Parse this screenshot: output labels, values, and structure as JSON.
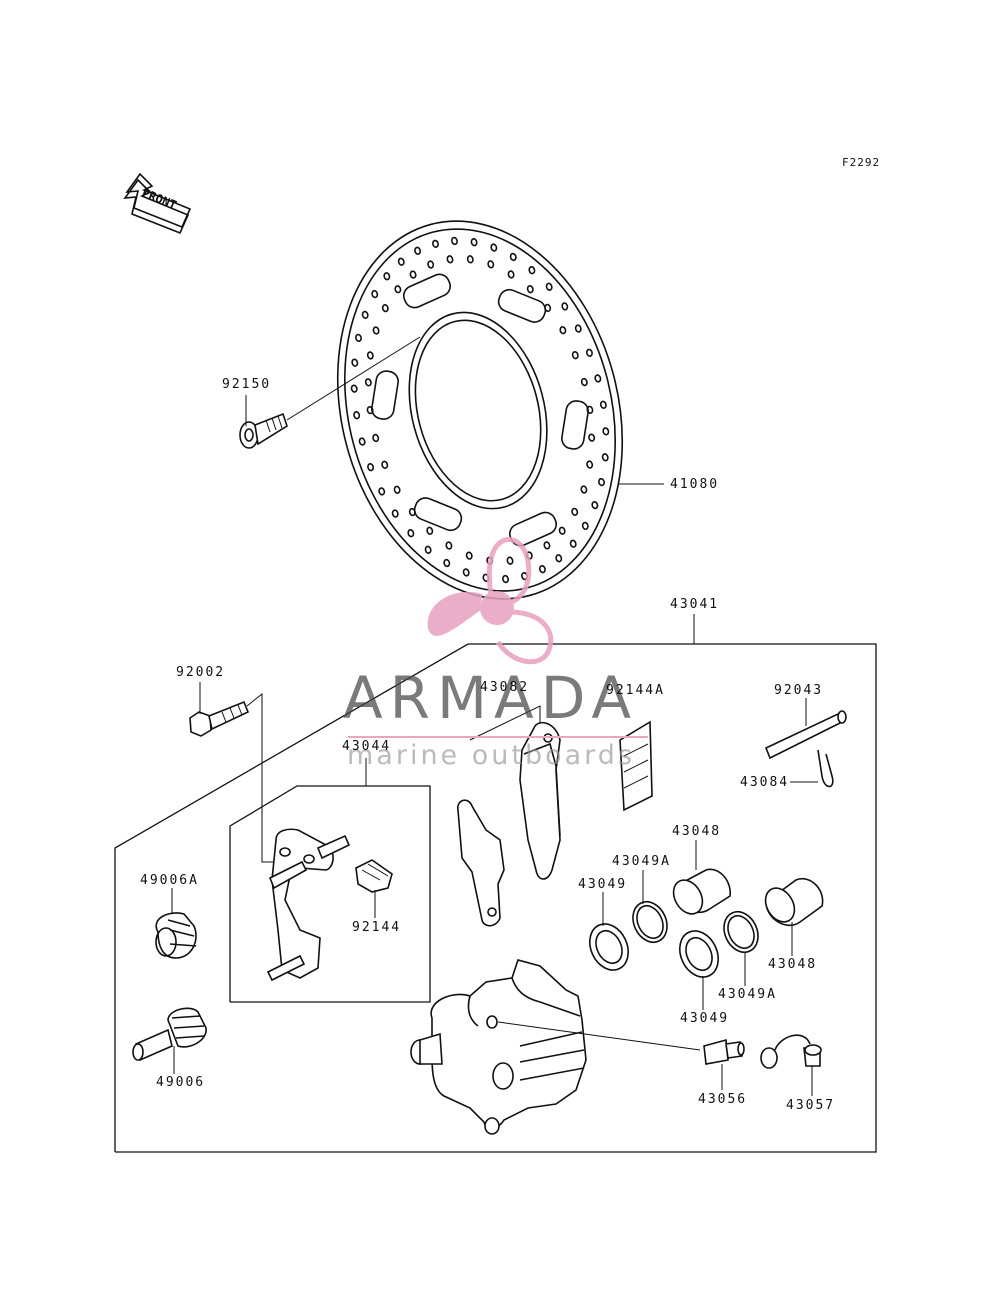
{
  "diagram": {
    "figure_code": "F2292",
    "front_label": "FRONT",
    "parts": {
      "p92150": "92150",
      "p41080": "41080",
      "p43041": "43041",
      "p92002": "92002",
      "p43082": "43082",
      "p92144A": "92144A",
      "p92043": "92043",
      "p43084": "43084",
      "p43044": "43044",
      "p43048a": "43048",
      "p43049Aa": "43049A",
      "p43049a": "43049",
      "p49006A": "49006A",
      "p92144": "92144",
      "p43048b": "43048",
      "p43049Ab": "43049A",
      "p43049b": "43049",
      "p49006": "49006",
      "p43056": "43056",
      "p43057": "43057"
    }
  },
  "watermark": {
    "brand": "ARMADA",
    "tagline": "marine outboards",
    "color": "#e8a0bf"
  }
}
